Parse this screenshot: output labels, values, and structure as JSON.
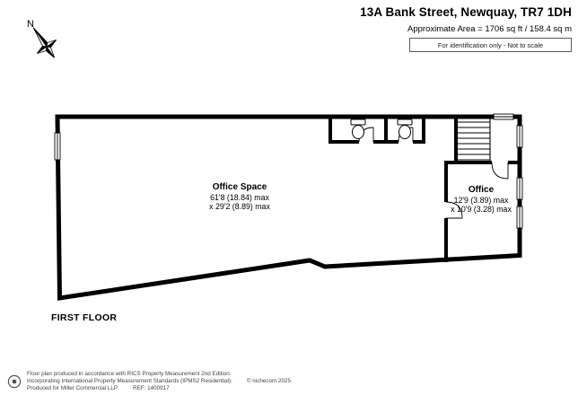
{
  "header": {
    "title": "13A Bank Street, Newquay, TR7 1DH",
    "area": "Approximate Area = 1706 sq ft / 158.4 sq m",
    "disclaimer": "For identification only - Not to scale"
  },
  "compass": {
    "north_label": "N"
  },
  "plan": {
    "floor_label": "FIRST FLOOR",
    "rooms": [
      {
        "name": "Office Space",
        "dim_line1": "61'8 (18.84) max",
        "dim_line2": "x 29'2 (8.89) max"
      },
      {
        "name": "Office",
        "dim_line1": "12'9 (3.89) max",
        "dim_line2": "x 10'9 (3.28) max"
      }
    ]
  },
  "footer": {
    "line1": "Floor plan produced in accordance with RICS Property Measurement 2nd Edition.",
    "line2": "Incorporating International Property Measurement Standards (IPMS2 Residential).",
    "copyright": "© nichecom 2025",
    "line3": "Produced for Miller Commercial LLP.",
    "ref": "REF:  1400917"
  }
}
